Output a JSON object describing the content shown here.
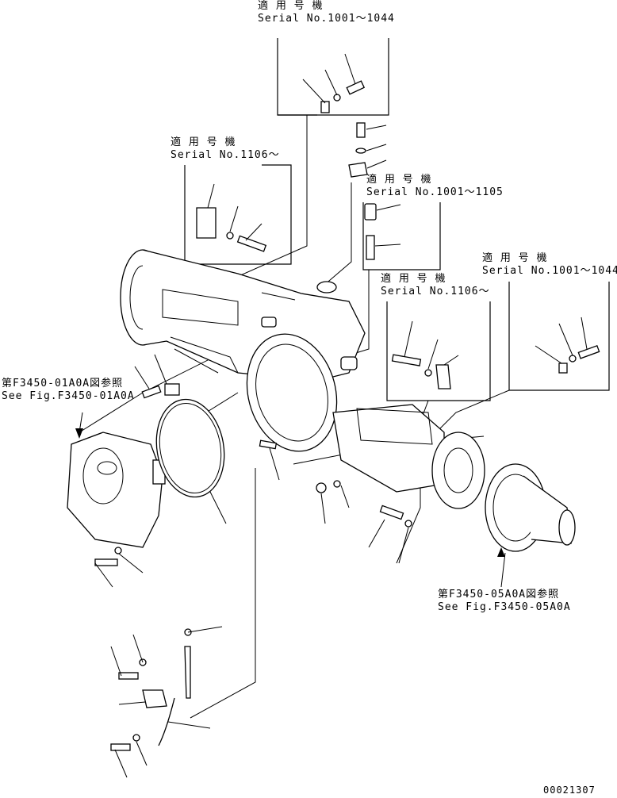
{
  "callouts": [
    {
      "id": "c1",
      "line1": "適 用 号 機",
      "line2": "Serial No.1001～1044"
    },
    {
      "id": "c2",
      "line1": "適 用 号 機",
      "line2": "Serial No.1106～"
    },
    {
      "id": "c3",
      "line1": "適 用 号 機",
      "line2": "Serial No.1001～1105"
    },
    {
      "id": "c4",
      "line1": "適 用 号 機",
      "line2": "Serial No.1001～1044"
    },
    {
      "id": "c5",
      "line1": "適 用 号 機",
      "line2": "Serial No.1106～"
    }
  ],
  "references": [
    {
      "id": "r1",
      "line1": "第F3450-01A0A図参照",
      "line2": "See Fig.F3450-01A0A"
    },
    {
      "id": "r2",
      "line1": "第F3450-05A0A図参照",
      "line2": "See Fig.F3450-05A0A"
    }
  ],
  "drawing_number": "00021307"
}
